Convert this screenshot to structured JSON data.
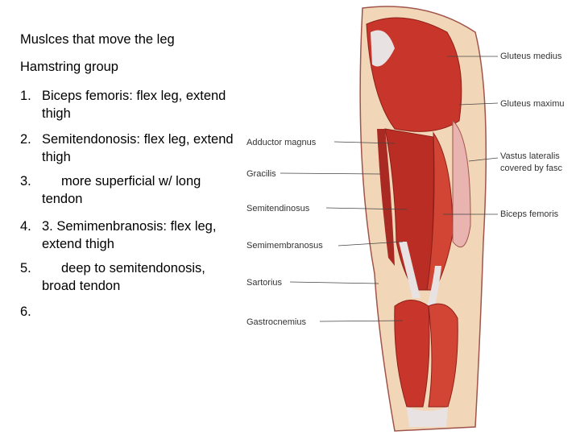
{
  "slide": {
    "title": "Muslces that move the leg",
    "subtitle": "Hamstring group",
    "items": [
      {
        "num": "1.",
        "text": "Biceps femoris: flex leg, extend thigh"
      },
      {
        "num": "2.",
        "text": "Semitendonosis: flex leg, extend thigh"
      },
      {
        "num": "3.",
        "text": "more superficial w/ long tendon"
      },
      {
        "num": "4.",
        "text": "3. Semimenbranosis: flex leg, extend thigh"
      },
      {
        "num": "5.",
        "text": "deep to semitendonosis, broad tendon"
      },
      {
        "num": "6.",
        "text": ""
      }
    ]
  },
  "figure": {
    "labels_left": [
      "Adductor magnus",
      "Gracilis",
      "Semitendinosus",
      "Semimembranosus",
      "Sartorius",
      "Gastrocnemius"
    ],
    "labels_right": [
      "Gluteus medius",
      "Gluteus maximu",
      "Vastus lateralis",
      "covered by fasc",
      "Biceps femoris"
    ],
    "colors": {
      "muscle": "#c8352a",
      "muscle_dark": "#8e1f17",
      "tendon": "#e8e2e2",
      "skin": "#f2d6b8"
    }
  }
}
